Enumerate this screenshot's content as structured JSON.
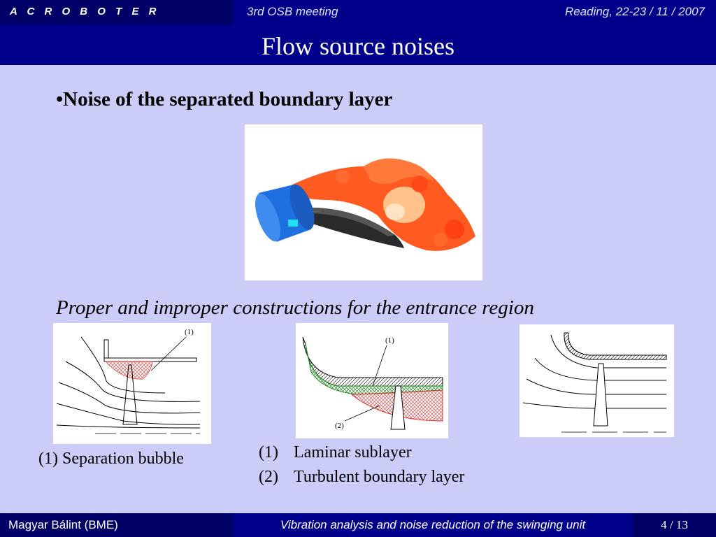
{
  "header": {
    "brand": "A C R O B O T E R",
    "meeting": "3rd OSB meeting",
    "location_date": "Reading,  22-23 / 11 / 2007"
  },
  "slide": {
    "title": "Flow source noises",
    "bullet_mark": "•",
    "bullet": "Noise of the separated boundary layer",
    "subtitle": "Proper and improper constructions for the entrance region",
    "fig1_label": "(1)",
    "fig2_label1": "(1)",
    "fig2_label2": "(2)",
    "caption_left": "(1) Separation bubble",
    "legend": [
      {
        "num": "(1)",
        "text": "Laminar sublayer"
      },
      {
        "num": "(2)",
        "text": "Turbulent boundary layer"
      }
    ]
  },
  "footer": {
    "author": "Magyar Bálint (BME)",
    "title": "Vibration analysis and noise reduction of the swinging unit",
    "page": "4 / 13"
  },
  "colors": {
    "bar_dark": "#000066",
    "bar_mid": "#00008b",
    "background": "#ccccf9",
    "flow_orange": "#ff5a1f",
    "cylinder_blue": "#1e6fe0",
    "laminar_green": "#2db52d",
    "turbulent_red": "#e03030"
  }
}
